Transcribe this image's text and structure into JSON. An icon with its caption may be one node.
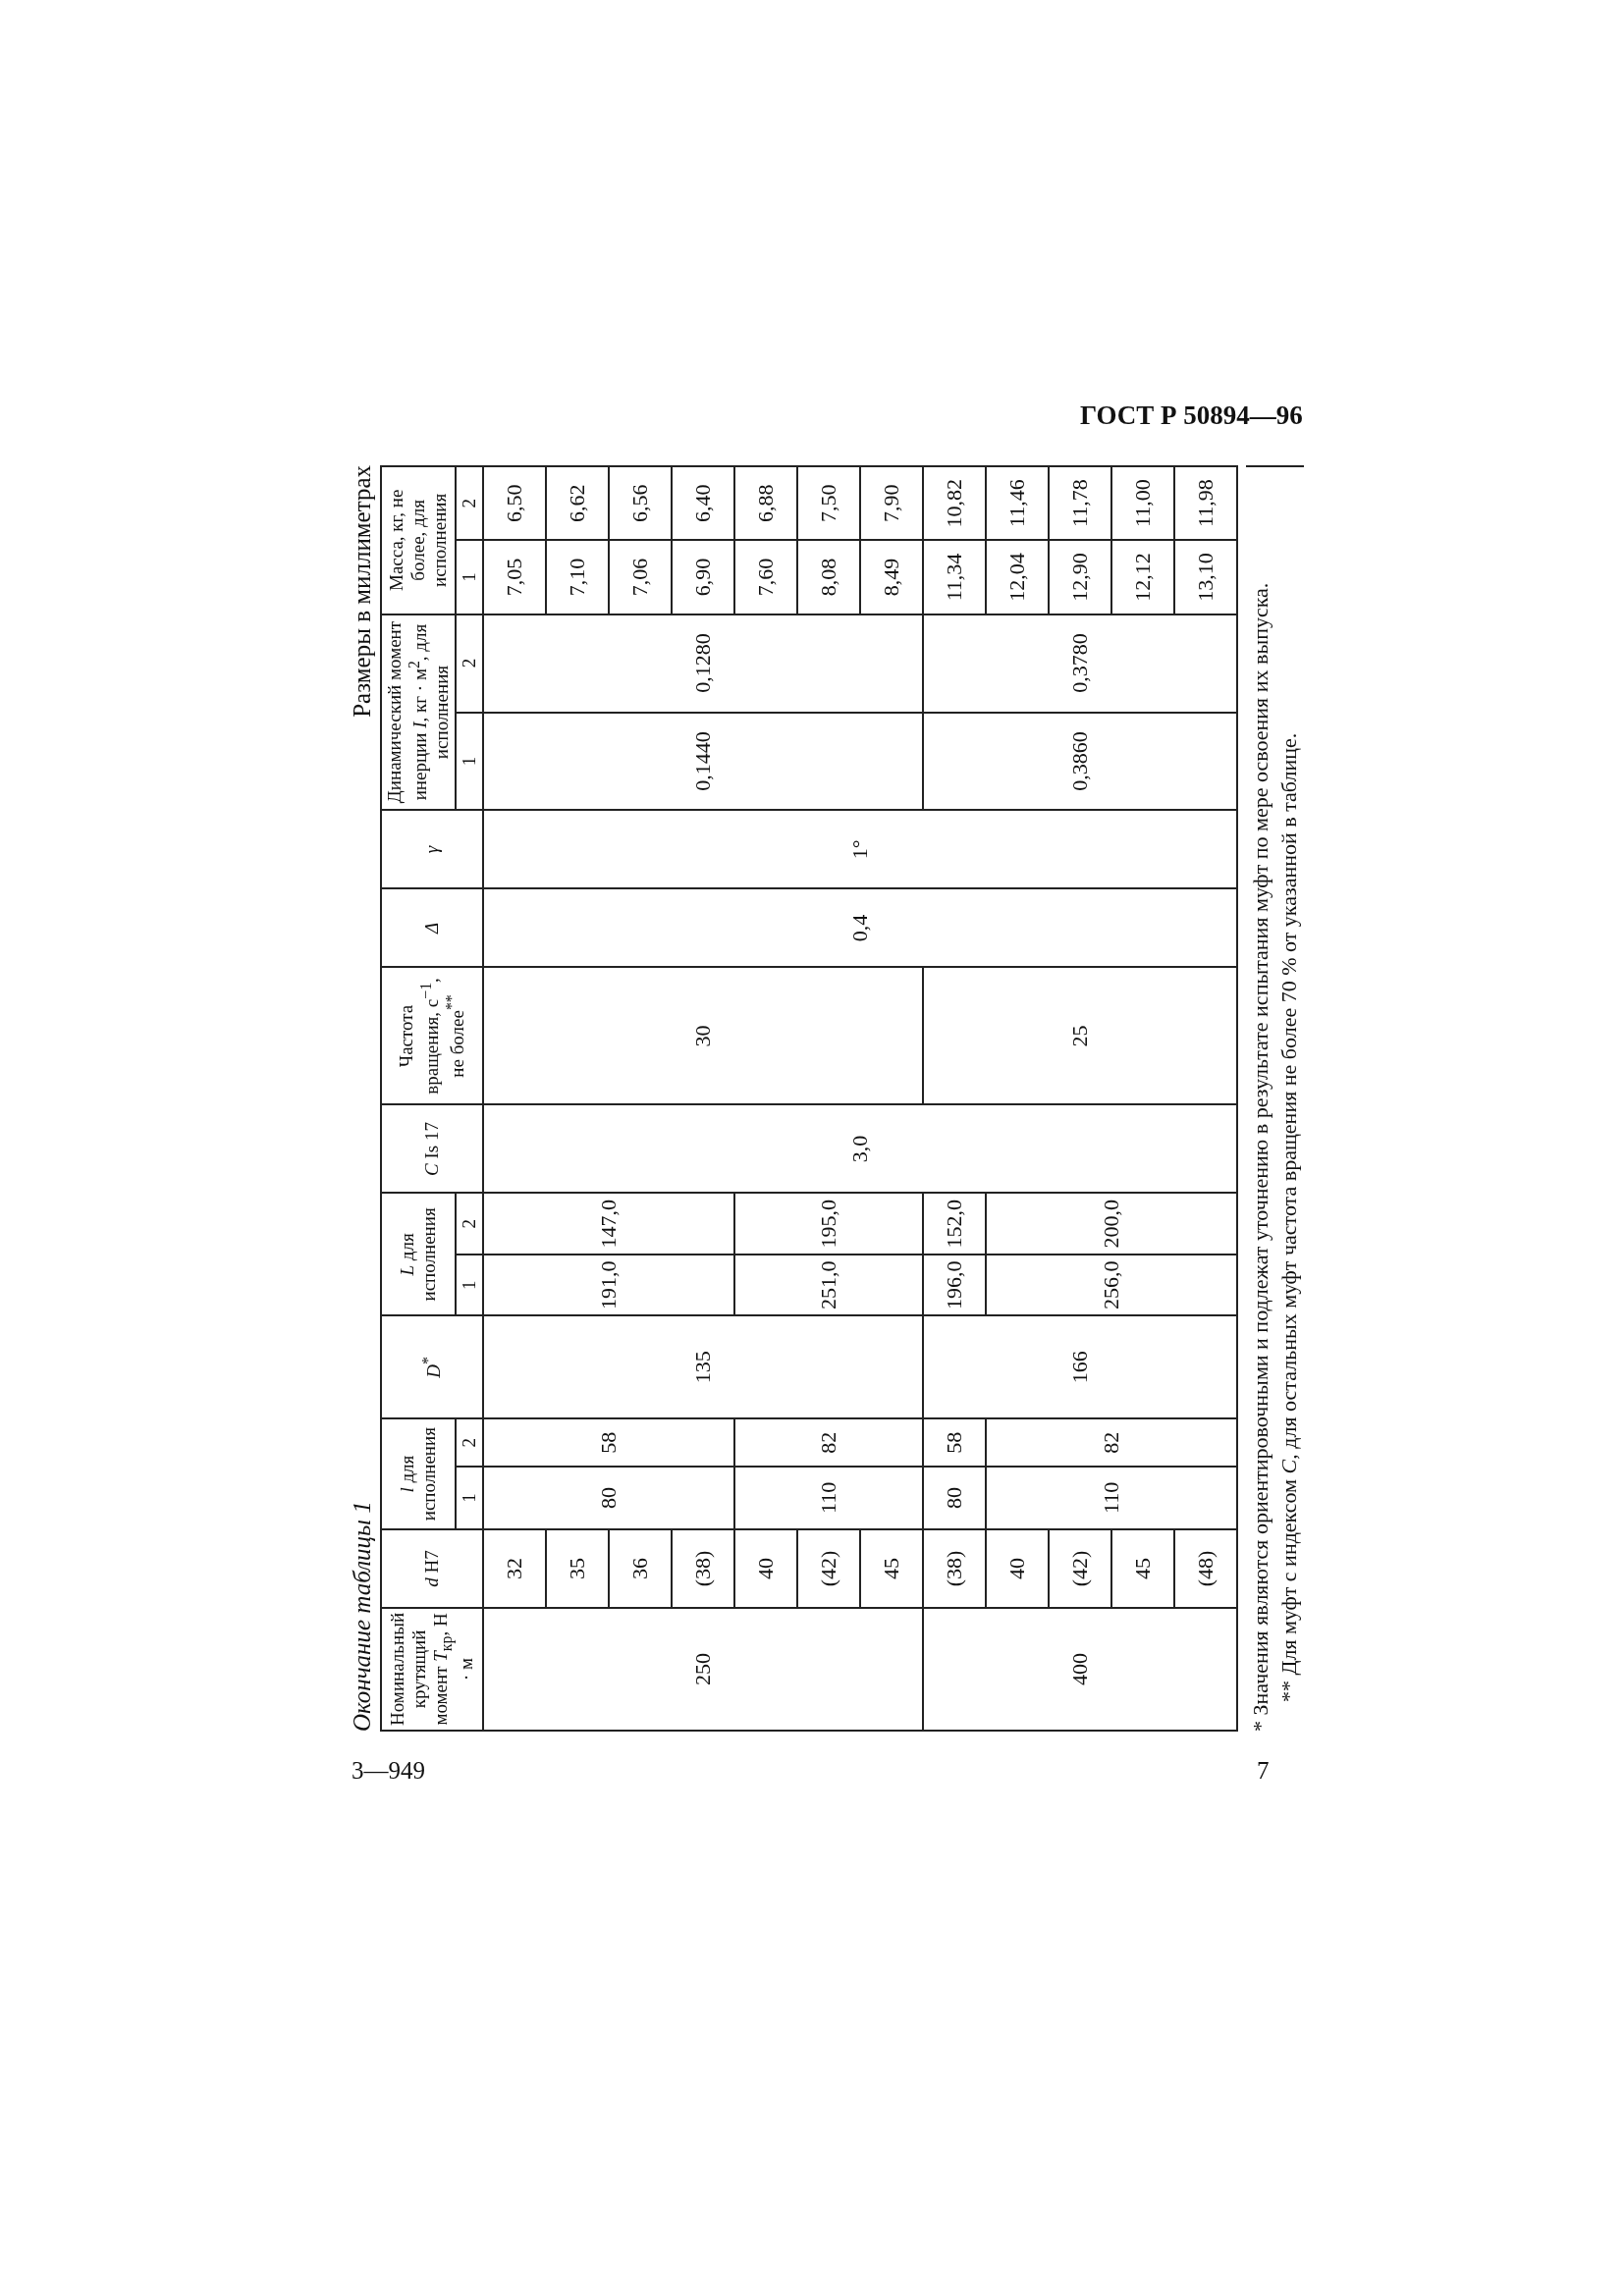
{
  "diagram": {
    "title": "ГОСТ Р 50894—96",
    "labels": [
      "Окончание таблицы 1",
      "Размеры в миллиметрах",
      "Номинальный крутящий момент *T*$_{кр}$, Н · м",
      "*d* H7",
      "*l* для исполнения",
      "*D*$^{*}$",
      "*L* для исполнения",
      "*C* Is 17",
      "Частота вращения, с$^{−1}$, не более$^{**}$",
      "*Δ*",
      "*γ*",
      "Динамический момент инерции *I*, кг · м$^{2}$, для исполнения",
      "Масса, кг, не более, для исполнения",
      "1",
      "2",
      "1",
      "2",
      "1",
      "2",
      "1",
      "2",
      "250",
      "32",
      "80",
      "58",
      "135",
      "191,0",
      "147,0",
      "3,0",
      "30",
      "0,4",
      "1°",
      "0,1440",
      "0,1280",
      "7,05",
      "6,50",
      "35",
      "7,10",
      "6,62",
      "36",
      "7,06",
      "6,56",
      "(38)",
      "6,90",
      "6,40",
      "40",
      "110",
      "82",
      "251,0",
      "195,0",
      "7,60",
      "6,88",
      "(42)",
      "8,08",
      "7,50",
      "45",
      "8,49",
      "7,90",
      "400",
      "(38)",
      "80",
      "58",
      "166",
      "196,0",
      "152,0",
      "25",
      "0,3860",
      "0,3780",
      "11,34",
      "10,82",
      "40",
      "110",
      "82",
      "256,0",
      "200,0",
      "12,04",
      "11,46",
      "(42)",
      "12,90",
      "11,78",
      "45",
      "12,12",
      "11,00",
      "(48)",
      "13,10",
      "11,98",
      "* Значения являются ориентировочными и подлежат уточнению в результате испытания муфт по мере освоения их выпуска.",
      "** Для муфт с индексом *C*, для остальных муфт частота вращения не более 70 % от указанной в таблице.",
      "3—949",
      "7"
    ]
  }
}
